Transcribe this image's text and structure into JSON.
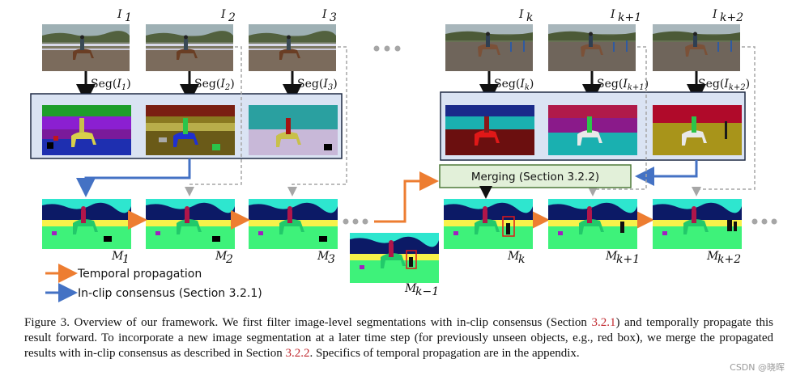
{
  "figure": {
    "frame_labels": {
      "i1": "I",
      "i1_sub": "1",
      "i2": "I",
      "i2_sub": "2",
      "i3": "I",
      "i3_sub": "3",
      "ik": "I",
      "ik_sub": "k",
      "ik1": "I",
      "ik1_sub": "k+1",
      "ik2": "I",
      "ik2_sub": "k+2"
    },
    "seg_labels": {
      "s1": "Seg(",
      "s1_var": "I",
      "s1_sub": "1",
      "s1_close": ")",
      "s2": "Seg(",
      "s2_var": "I",
      "s2_sub": "2",
      "s2_close": ")",
      "s3": "Seg(",
      "s3_var": "I",
      "s3_sub": "3",
      "s3_close": ")",
      "sk": "Seg(",
      "sk_var": "I",
      "sk_sub": "k",
      "sk_close": ")",
      "sk1": "Seg(",
      "sk1_var": "I",
      "sk1_sub": "k+1",
      "sk1_close": ")",
      "sk2": "Seg(",
      "sk2_var": "I",
      "sk2_sub": "k+2",
      "sk2_close": ")"
    },
    "mask_labels": {
      "m1": "M",
      "m1_sub": "1",
      "m2": "M",
      "m2_sub": "2",
      "m3": "M",
      "m3_sub": "3",
      "mkm1": "M",
      "mkm1_sub": "k−1",
      "mk": "M",
      "mk_sub": "k",
      "mk1": "M",
      "mk1_sub": "k+1",
      "mk2": "M",
      "mk2_sub": "k+2"
    },
    "merging_label": "Merging (Section 3.2.2)",
    "legend": {
      "temporal": "Temporal propagation",
      "inclip": "In-clip consensus (Section 3.2.1)"
    },
    "colors": {
      "temporal_arrow": "#ed7d31",
      "inclip_arrow": "#4472c4",
      "panel_fill": "#dae3f3",
      "merge_fill": "#e2f0d9",
      "merge_border": "#70ad47"
    }
  },
  "caption": {
    "p1": "Figure 3.  Overview of our framework.  We first filter image-level segmentations with in-clip consensus (Section ",
    "ref1": "3.2.1",
    "p2": ") and temporally propagate this result forward.  To incorporate a new image segmentation at a later time step (for previously unseen objects, e.g., red box), we merge the propagated results with in-clip consensus as described in Section ",
    "ref2": "3.2.2",
    "p3": ". Specifics of temporal propagation are in the appendix."
  },
  "watermark": "CSDN @晓晖"
}
